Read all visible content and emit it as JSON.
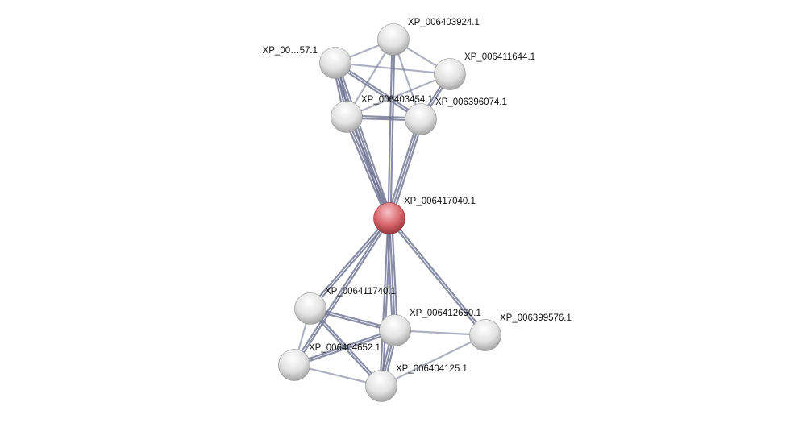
{
  "network": {
    "nodes": [
      {
        "id": "n57",
        "label": "XP_00…57.1",
        "query": false
      },
      {
        "id": "n403924",
        "label": "XP_006403924.1",
        "query": false
      },
      {
        "id": "n411644",
        "label": "XP_006411644.1",
        "query": false
      },
      {
        "id": "n403454",
        "label": "XP_006403454.1",
        "query": false
      },
      {
        "id": "n396074",
        "label": "XP_006396074.1",
        "query": false
      },
      {
        "id": "n417040",
        "label": "XP_006417040.1",
        "query": true
      },
      {
        "id": "n411740",
        "label": "XP_006411740.1",
        "query": false
      },
      {
        "id": "n412650",
        "label": "XP_006412650.1",
        "query": false
      },
      {
        "id": "n399576",
        "label": "XP_006399576.1",
        "query": false
      },
      {
        "id": "n404652",
        "label": "XP_006404652.1",
        "query": false
      },
      {
        "id": "n404125",
        "label": "XP_006404125.1",
        "query": false
      }
    ],
    "edges": [
      [
        "n57",
        "n403924",
        1
      ],
      [
        "n57",
        "n411644",
        1
      ],
      [
        "n57",
        "n403454",
        3
      ],
      [
        "n57",
        "n396074",
        2
      ],
      [
        "n57",
        "n417040",
        3
      ],
      [
        "n403924",
        "n411644",
        1
      ],
      [
        "n403924",
        "n403454",
        1
      ],
      [
        "n403924",
        "n396074",
        1
      ],
      [
        "n403924",
        "n417040",
        2
      ],
      [
        "n411644",
        "n403454",
        1
      ],
      [
        "n411644",
        "n396074",
        2
      ],
      [
        "n403454",
        "n396074",
        2
      ],
      [
        "n403454",
        "n417040",
        3
      ],
      [
        "n396074",
        "n417040",
        3
      ],
      [
        "n417040",
        "n411740",
        2
      ],
      [
        "n417040",
        "n412650",
        3
      ],
      [
        "n417040",
        "n404652",
        2
      ],
      [
        "n417040",
        "n404125",
        2
      ],
      [
        "n417040",
        "n399576",
        2
      ],
      [
        "n411740",
        "n412650",
        2
      ],
      [
        "n411740",
        "n404652",
        1
      ],
      [
        "n411740",
        "n404125",
        2
      ],
      [
        "n412650",
        "n404652",
        2
      ],
      [
        "n412650",
        "n404125",
        3
      ],
      [
        "n412650",
        "n399576",
        1
      ],
      [
        "n404652",
        "n404125",
        1
      ],
      [
        "n404125",
        "n399576",
        1
      ]
    ],
    "colors": {
      "node": "#e8e8e8",
      "query_node": "#d9747a",
      "edge": "#6b7090"
    }
  }
}
